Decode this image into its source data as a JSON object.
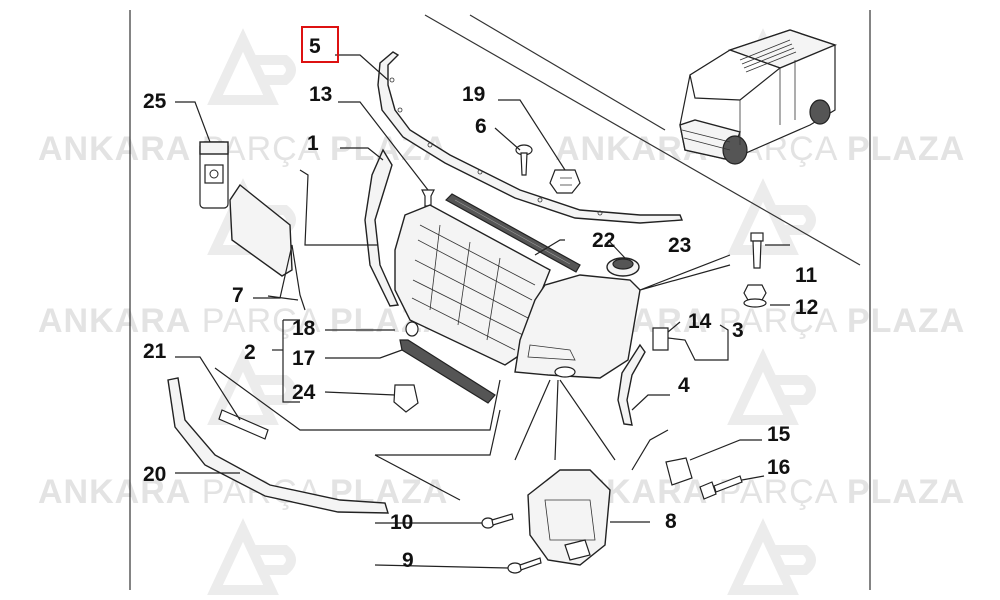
{
  "watermark": {
    "brand_part1": "ANKARA",
    "brand_part2": "PARÇA",
    "brand_part3": "PLAZA",
    "logo_letters": "AP",
    "color": "#e3e3e3"
  },
  "highlight": {
    "label": "5",
    "color": "#dd1111"
  },
  "callouts": [
    {
      "id": "c1",
      "label": "1"
    },
    {
      "id": "c2",
      "label": "2"
    },
    {
      "id": "c3",
      "label": "3"
    },
    {
      "id": "c4",
      "label": "4"
    },
    {
      "id": "c6",
      "label": "6"
    },
    {
      "id": "c7",
      "label": "7"
    },
    {
      "id": "c8",
      "label": "8"
    },
    {
      "id": "c9",
      "label": "9"
    },
    {
      "id": "c10",
      "label": "10"
    },
    {
      "id": "c11",
      "label": "11"
    },
    {
      "id": "c12",
      "label": "12"
    },
    {
      "id": "c13",
      "label": "13"
    },
    {
      "id": "c14",
      "label": "14"
    },
    {
      "id": "c15",
      "label": "15"
    },
    {
      "id": "c16",
      "label": "16"
    },
    {
      "id": "c17",
      "label": "17"
    },
    {
      "id": "c18",
      "label": "18"
    },
    {
      "id": "c19",
      "label": "19"
    },
    {
      "id": "c20",
      "label": "20"
    },
    {
      "id": "c21",
      "label": "21"
    },
    {
      "id": "c22",
      "label": "22"
    },
    {
      "id": "c23",
      "label": "23"
    },
    {
      "id": "c24",
      "label": "24"
    },
    {
      "id": "c25",
      "label": "25"
    }
  ]
}
